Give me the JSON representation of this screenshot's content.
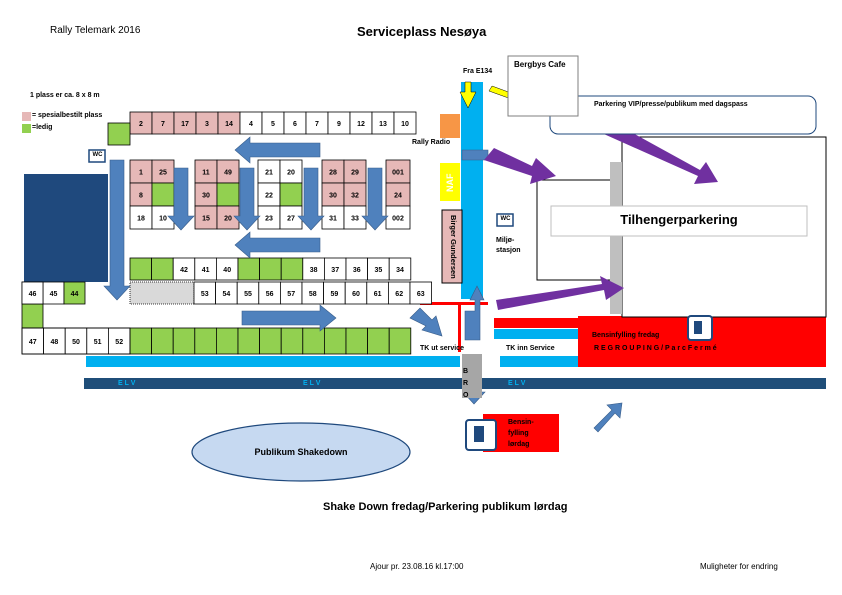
{
  "header": {
    "event": "Rally Telemark 2016",
    "title": "Serviceplass Nesøya"
  },
  "legend": {
    "scale": "1 plass er ca. 8 x 8 m",
    "reserved": "= spesialbestilt plass",
    "free": "=ledig"
  },
  "colors": {
    "reserved": "#e6b8b7",
    "free": "#92d050",
    "arrow_blue": "#4f81bd",
    "road": "#00b0f0",
    "river": "#1f4e79",
    "red_zone": "#ff0000",
    "purple": "#7030a0",
    "navy": "#1f497d",
    "orange": "#f79646",
    "yellow": "#ffff00"
  },
  "labels": {
    "fra_e134": "Fra E134",
    "bergbys_cafe": "Bergbys Cafe",
    "parkering_vip": "Parkering VIP/presse/publikum med dagspass",
    "rally_radio": "Rally Radio",
    "naf": "NAF",
    "birger_gundersen": "Birger Gundersen",
    "wc": "WC",
    "miljostasjon": "Miljø-\nstasjon",
    "tilhengerparkering": "Tilhengerparkering",
    "bensin_fredag": "Bensinfylling fredag",
    "regrouping": "R E G R O U P I N G / P a r c   F e r m é",
    "tk_ut": "TK ut service",
    "tk_inn": "TK inn Service",
    "elv": "E L V",
    "bro_letters": [
      "B",
      "R",
      "O"
    ],
    "bensin_lordag": "Bensin-\nfylling\nlørdag",
    "publikum_shakedown": "Publikum Shakedown",
    "shake_down": "Shake Down fredag/Parkering publikum lørdag",
    "ajour": "Ajour pr. 23.08.16 kl.17:00",
    "muligheter": "Muligheter for endring"
  },
  "spots": {
    "top_row": [
      "2",
      "7",
      "17",
      "3",
      "14",
      "4",
      "5",
      "6",
      "7",
      "9",
      "12",
      "13",
      "10"
    ],
    "block1": [
      "1",
      "25",
      "8",
      "",
      "18",
      "10"
    ],
    "block2": [
      "11",
      "49",
      "30",
      "",
      "15",
      "20"
    ],
    "block3": [
      "21",
      "20",
      "22",
      "",
      "23",
      "27"
    ],
    "block4": [
      "28",
      "29",
      "30",
      "32",
      "31",
      "33"
    ],
    "block5": [
      "001",
      "24",
      "",
      "002"
    ],
    "mid_row": [
      "",
      "",
      "42",
      "41",
      "40",
      "",
      "",
      "",
      "38",
      "37",
      "36",
      "35",
      "34"
    ],
    "row_lower": [
      "46",
      "45",
      "44"
    ],
    "row_lower_right": [
      "53",
      "54",
      "55",
      "56",
      "57",
      "58",
      "59",
      "60",
      "61",
      "62",
      "63"
    ],
    "bottom_row": [
      "47",
      "48",
      "50",
      "51",
      "52"
    ]
  }
}
